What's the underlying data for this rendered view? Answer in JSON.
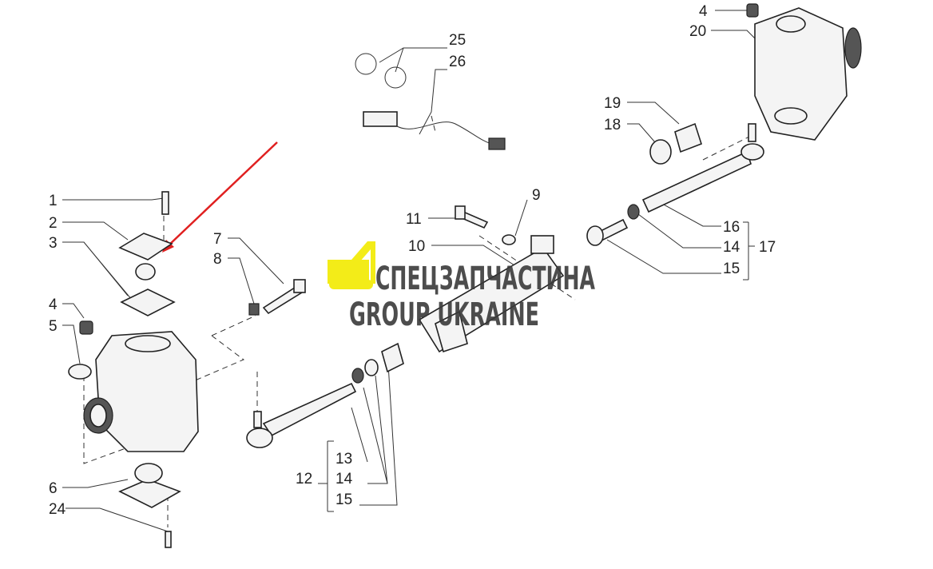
{
  "callouts": {
    "c4_top": "4",
    "c20": "20",
    "c25": "25",
    "c26": "26",
    "c19": "19",
    "c18": "18",
    "c1": "1",
    "c2": "2",
    "c3": "3",
    "c7": "7",
    "c8": "8",
    "c11": "11",
    "c9": "9",
    "c10": "10",
    "c16": "16",
    "c14_r": "14",
    "c15_r": "15",
    "c17": "17",
    "c4_left": "4",
    "c5": "5",
    "c13": "13",
    "c14_b": "14",
    "c15_b": "15",
    "c12": "12",
    "c6": "6",
    "c24": "24"
  },
  "watermark": {
    "line1": "СПЕЦЗАПЧАСТИНА",
    "line2": "GROUP UKRAINE"
  },
  "colors": {
    "arrow": "#e02020",
    "logo": "#f2ea00"
  }
}
